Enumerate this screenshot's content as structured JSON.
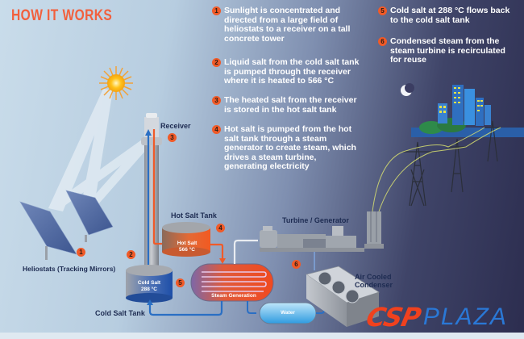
{
  "header": {
    "title": "HOW IT WORKS"
  },
  "steps": [
    {
      "num": "1",
      "text": "Sunlight is concentrated and directed from a large field of heliostats to a receiver on a tall concrete tower"
    },
    {
      "num": "2",
      "text": "Liquid salt from the cold salt tank is pumped through the receiver where it is heated to 566 °C"
    },
    {
      "num": "3",
      "text": "The heated salt from the receiver is stored in the hot salt tank"
    },
    {
      "num": "4",
      "text": "Hot salt is pumped from the hot salt tank through a steam generator to create steam, which drives a steam turbine, generating electricity"
    },
    {
      "num": "5",
      "text": "Cold salt at 288 °C flows back to the cold salt tank"
    },
    {
      "num": "6",
      "text": "Condensed steam from the steam turbine is recirculated for reuse"
    }
  ],
  "labels": {
    "receiver": "Receiver",
    "heliostats": "Heliostats (Tracking Mirrors)",
    "hot_salt_tank": "Hot Salt Tank",
    "cold_salt_tank": "Cold Salt Tank",
    "turbine_generator": "Turbine / Generator",
    "air_cooled_condenser_line1": "Air Cooled",
    "air_cooled_condenser_line2": "Condenser",
    "steam_generation": "Steam Generation",
    "water": "Water",
    "hot_salt_line1": "Hot Salt",
    "hot_salt_line2": "566 °C",
    "cold_salt_line1": "Cold Salt",
    "cold_salt_line2": "288 °C"
  },
  "badges": {
    "heliostat": "1",
    "cold_pipe": "2",
    "receiver": "3",
    "hot_tank": "4",
    "steam_gen": "5",
    "turbine": "6"
  },
  "logo": {
    "part1": "CSP",
    "part2": "PLAZA"
  },
  "colors": {
    "accent": "#f05a28",
    "hot": "#f05a28",
    "cold": "#2a6fc4",
    "logo_red": "#f0411e",
    "logo_blue": "#2a78d6"
  }
}
